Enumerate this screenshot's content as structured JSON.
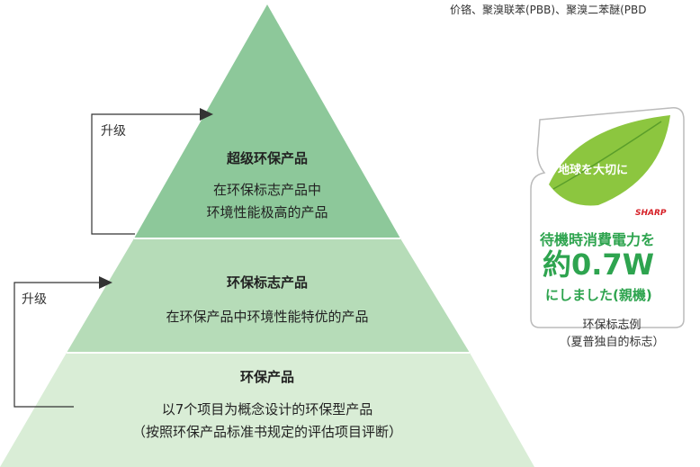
{
  "top_note": {
    "clipped_line": "",
    "visible_line": "价铬、聚溴联苯(PBB)、聚溴二苯醚(PBD"
  },
  "pyramid": {
    "tiers": [
      {
        "title": "超级环保产品",
        "lines": [
          "在环保标志产品中",
          "环境性能极高的产品"
        ],
        "color": "#8dc89a"
      },
      {
        "title": "环保标志产品",
        "lines": [
          "在环保产品中环境性能特优的产品"
        ],
        "color": "#b6dcb8"
      },
      {
        "title": "环保产品",
        "lines": [
          "以7个项目为概念设计的环保型产品",
          "（按照环保产品标准书规定的评估项目评断）"
        ],
        "color": "#d9edd6"
      }
    ]
  },
  "upgrades": [
    {
      "label": "升级"
    },
    {
      "label": "升级"
    }
  ],
  "logo": {
    "leaf_text": "地球を大切に",
    "brand": "SHARP",
    "line1": "待機時消費電力を",
    "line2": "約0.7W",
    "line3": "にしました(親機)",
    "accent": "#2ea44f",
    "leaf_color": "#8cc63f"
  },
  "caption": {
    "line1": "环保标志例",
    "line2": "（夏普独自的标志）"
  }
}
